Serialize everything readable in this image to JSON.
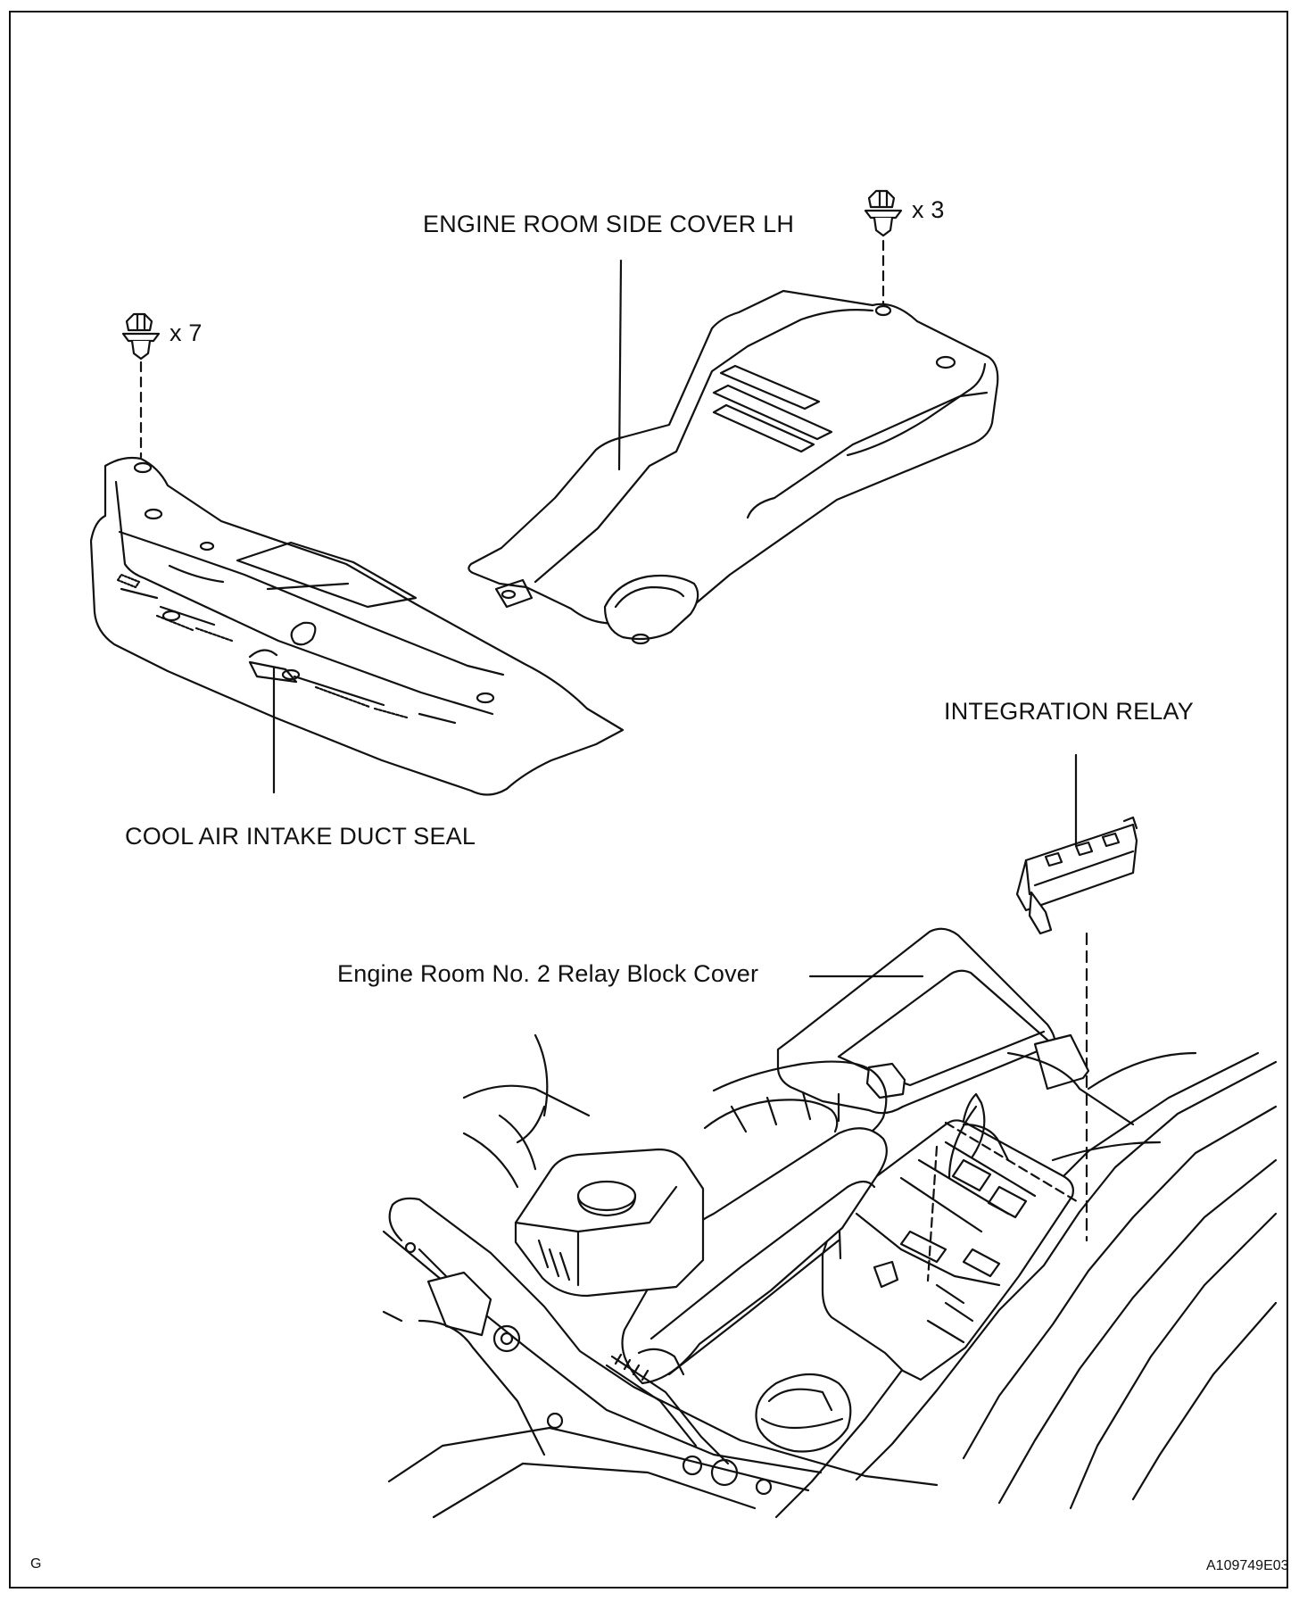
{
  "labels": {
    "engine_room_side_cover": "ENGINE ROOM SIDE COVER LH",
    "cool_air_intake_duct_seal": "COOL AIR INTAKE DUCT SEAL",
    "integration_relay": "INTEGRATION RELAY",
    "relay_block_cover": "Engine Room No. 2 Relay Block Cover"
  },
  "quantities": {
    "side_cover_clips": "x 3",
    "duct_seal_clips": "x 7"
  },
  "corner": {
    "left": "G",
    "right": "A109749E03"
  }
}
